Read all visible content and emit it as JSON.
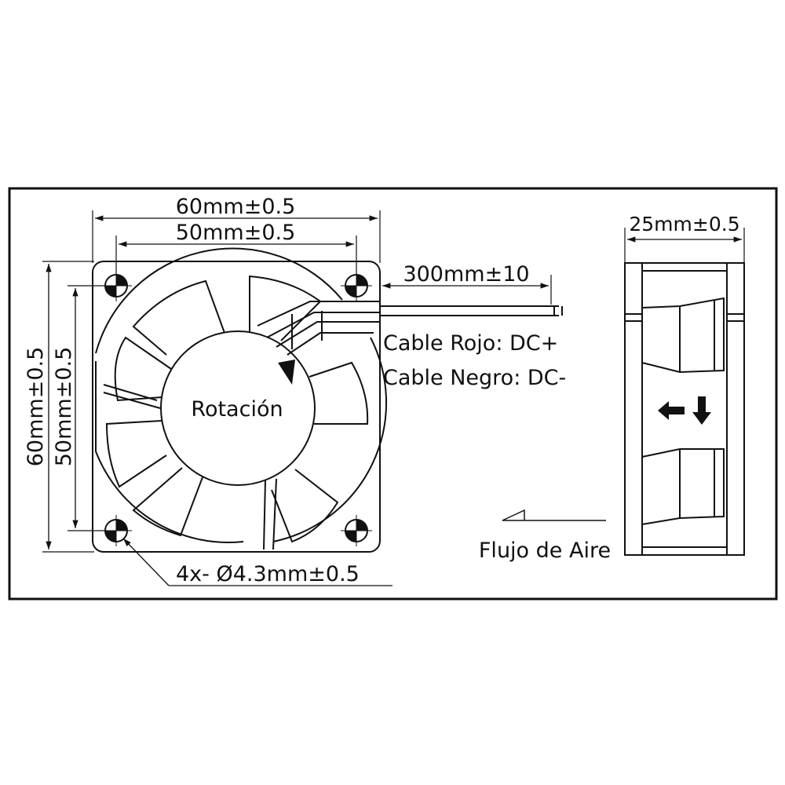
{
  "labels": {
    "width_outer": "60mm±0.5",
    "width_holes": "50mm±0.5",
    "height_outer": "60mm±0.5",
    "height_holes": "50mm±0.5",
    "cable_length": "300mm±10",
    "cable_red": "Cable Rojo: DC+",
    "cable_black": "Cable Negro: DC-",
    "rotation": "Rotación",
    "holes": "4x- Ø4.3mm±0.5",
    "depth": "25mm±0.5",
    "airflow": "Flujo de Aire"
  },
  "colors": {
    "line": "#111111",
    "background": "#ffffff"
  }
}
